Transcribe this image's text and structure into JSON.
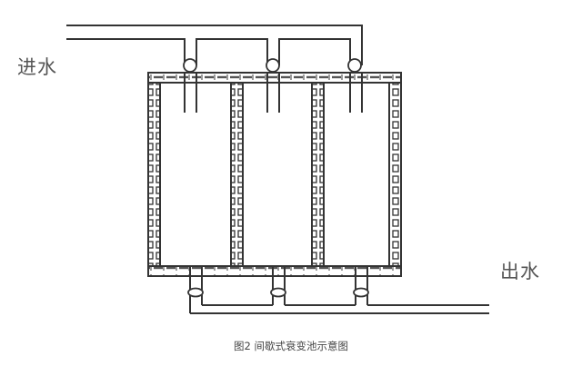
{
  "labels": {
    "inlet": "进水",
    "outlet": "出水"
  },
  "caption": "图2 间歇式衰变池示意图",
  "diagram": {
    "type": "schematic",
    "subject": "intermittent decay tank",
    "tank_count": 3,
    "components": [
      "inlet pipes",
      "inlet valves",
      "tank compartments",
      "outlet valves",
      "outlet pipes"
    ],
    "colors": {
      "line": "#333333",
      "wall_fill": "#d8d8d8",
      "text": "#555555"
    }
  }
}
